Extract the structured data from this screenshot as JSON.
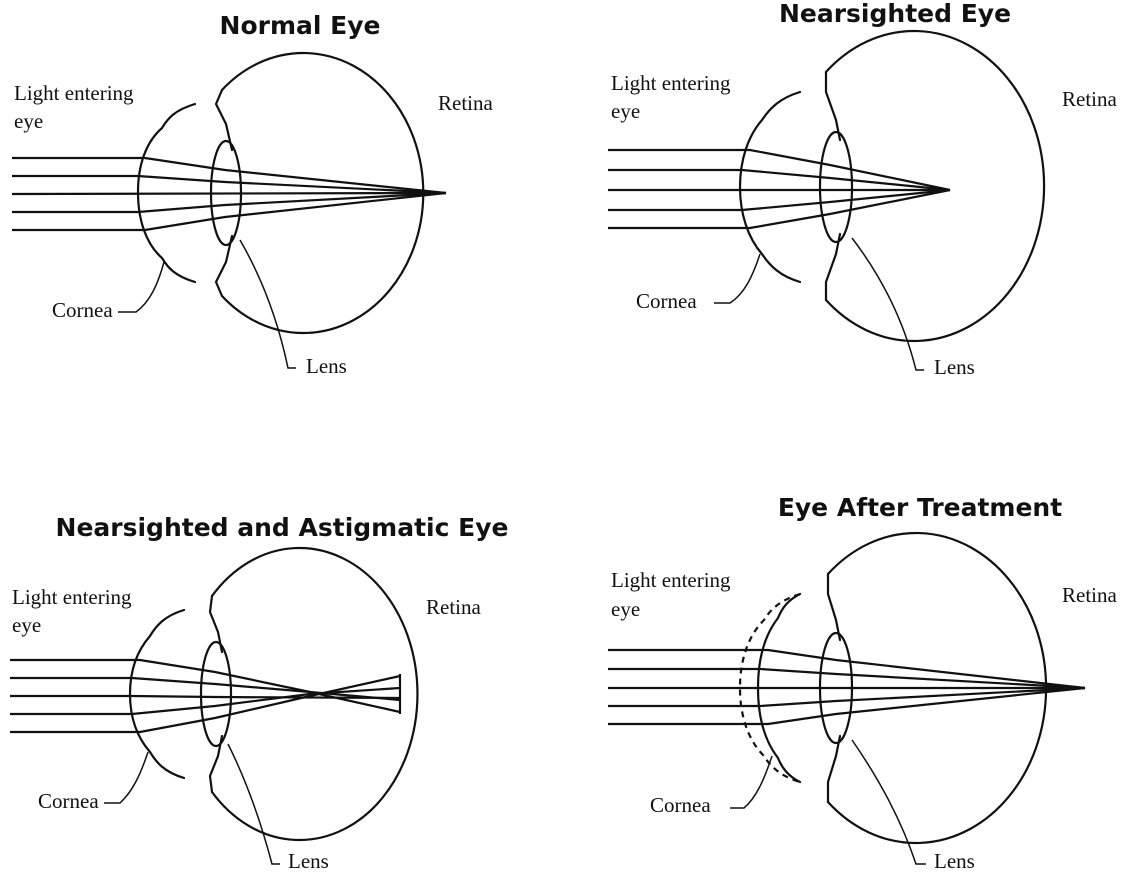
{
  "panels": [
    {
      "title": "Normal Eye",
      "light_label_1": "Light entering",
      "light_label_2": "eye",
      "retina_label": "Retina",
      "cornea_label": "Cornea",
      "lens_label": "Lens"
    },
    {
      "title": "Nearsighted Eye",
      "light_label_1": "Light entering",
      "light_label_2": "eye",
      "retina_label": "Retina",
      "cornea_label": "Cornea",
      "lens_label": "Lens"
    },
    {
      "title": "Nearsighted and Astigmatic Eye",
      "light_label_1": "Light entering",
      "light_label_2": "eye",
      "retina_label": "Retina",
      "cornea_label": "Cornea",
      "lens_label": "Lens"
    },
    {
      "title": "Eye After Treatment",
      "light_label_1": "Light entering",
      "light_label_2": "eye",
      "retina_label": "Retina",
      "cornea_label": "Cornea",
      "lens_label": "Lens"
    }
  ]
}
